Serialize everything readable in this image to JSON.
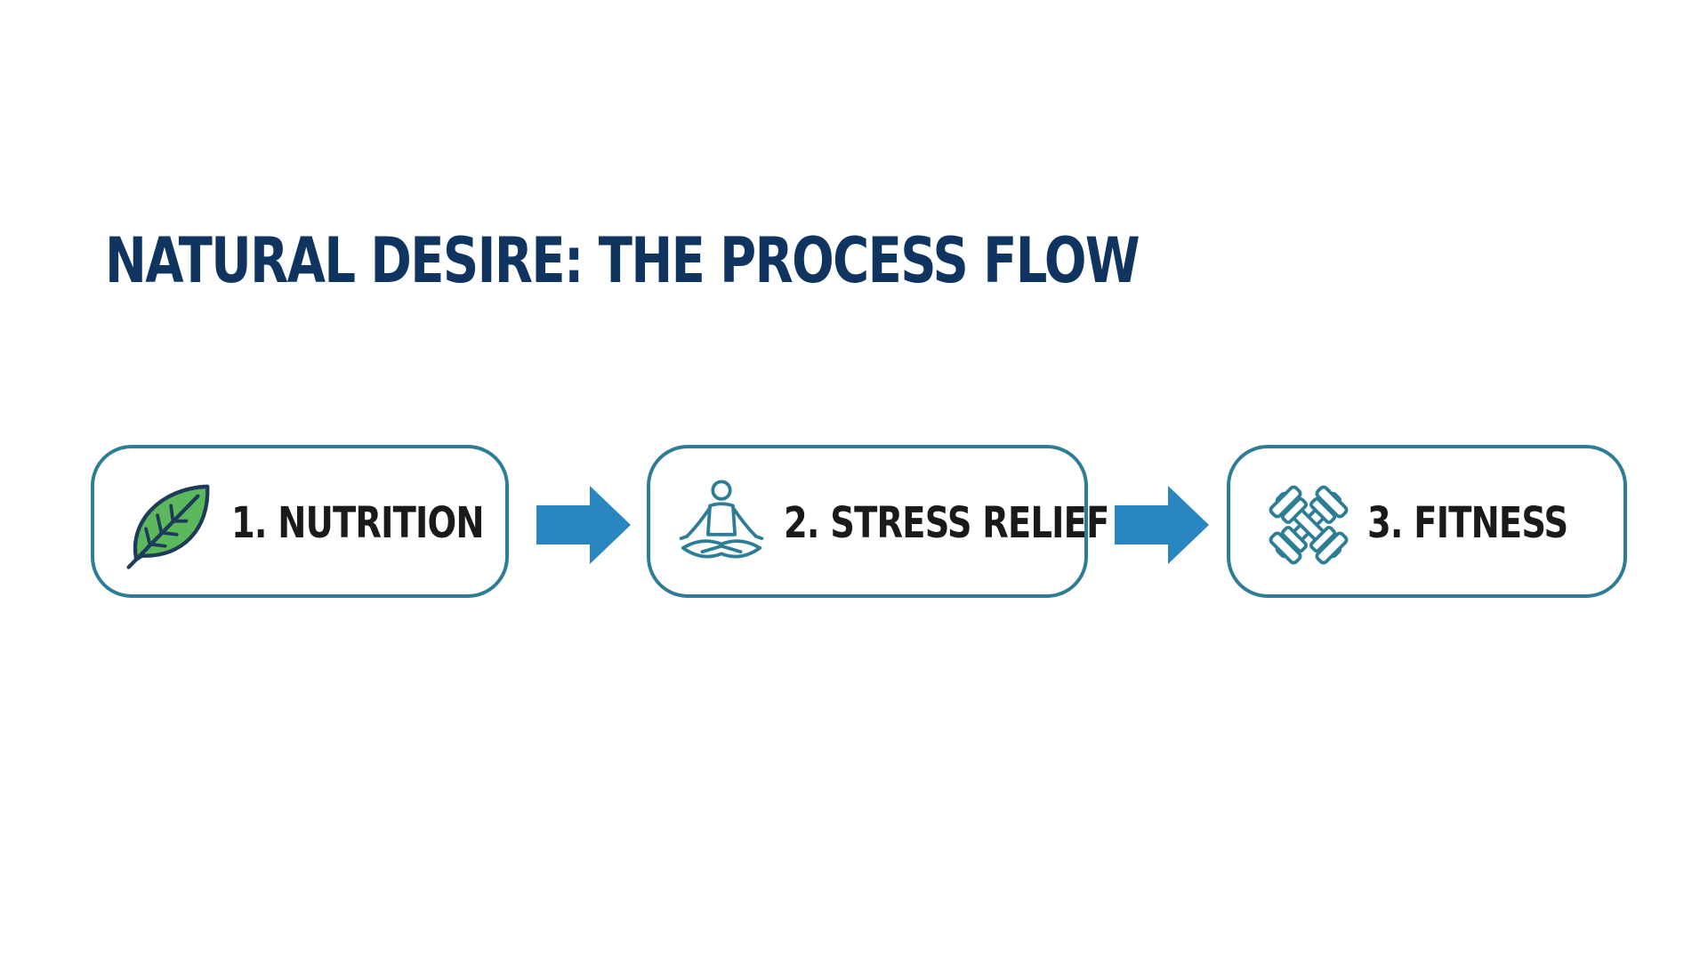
{
  "title": "NATURAL DESIRE: THE PROCESS FLOW",
  "colors": {
    "title": "#0F3460",
    "box_border": "#2E7D96",
    "arrow": "#2A86C0",
    "leaf_fill": "#5CB85C",
    "icon_stroke": "#2E7D96"
  },
  "steps": [
    {
      "label": "1. NUTRITION",
      "icon": "leaf-icon"
    },
    {
      "label": "2. STRESS RELIEF",
      "icon": "meditation-icon"
    },
    {
      "label": "3. FITNESS",
      "icon": "dumbbell-icon"
    }
  ]
}
